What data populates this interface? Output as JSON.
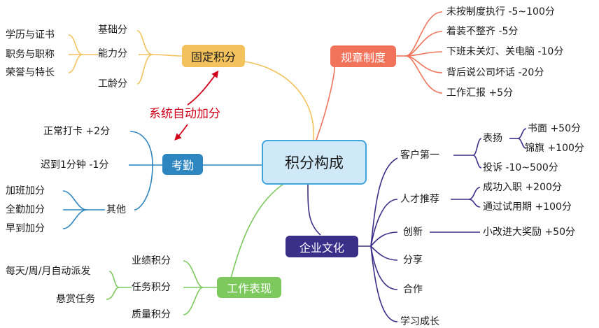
{
  "center": {
    "label": "积分构成"
  },
  "fixed": {
    "label": "固定积分",
    "items": [
      "基础分",
      "能力分",
      "工龄分"
    ],
    "ability_items": [
      "学历与证书",
      "职务与职称",
      "荣誉与特长"
    ]
  },
  "annotation": {
    "label": "系统自动加分"
  },
  "attendance": {
    "label": "考勤",
    "items": [
      "正常打卡 +2分",
      "迟到1分钟 -1分",
      "其他"
    ],
    "other_items": [
      "加班加分",
      "全勤加分",
      "早到加分"
    ]
  },
  "work": {
    "label": "工作表现",
    "items": [
      "业绩积分",
      "任务积分",
      "质量积分"
    ],
    "task_items": [
      "每天/周/月自动派发",
      "悬赏任务"
    ]
  },
  "rules": {
    "label": "规章制度",
    "items": [
      "未按制度执行 -5~100分",
      "着装不整齐 -5分",
      "下班未关灯、关电脑 -10分",
      "背后说公司坏话 -20分",
      "工作汇报 +5分"
    ]
  },
  "culture": {
    "label": "企业文化",
    "items": [
      "客户第一",
      "人才推荐",
      "创新",
      "分享",
      "合作",
      "学习成长"
    ],
    "customer": {
      "praise": "表扬",
      "praise_items": [
        "书面 +50分",
        "锦旗 +100分"
      ],
      "complaint": "投诉 -10~500分"
    },
    "talent_items": [
      "成功入职 +200分",
      "通过试用期 +100分"
    ],
    "innovation_item": "小改进大奖励 +50分"
  },
  "colors": {
    "center_fill": "#cfe9f9",
    "center_border": "#3fa5dd",
    "fixed": "#f4c25c",
    "attendance": "#2e86c1",
    "work": "#7dc95e",
    "rules": "#f0735a",
    "culture": "#3b2f8a",
    "annotation": "#d0021b"
  }
}
